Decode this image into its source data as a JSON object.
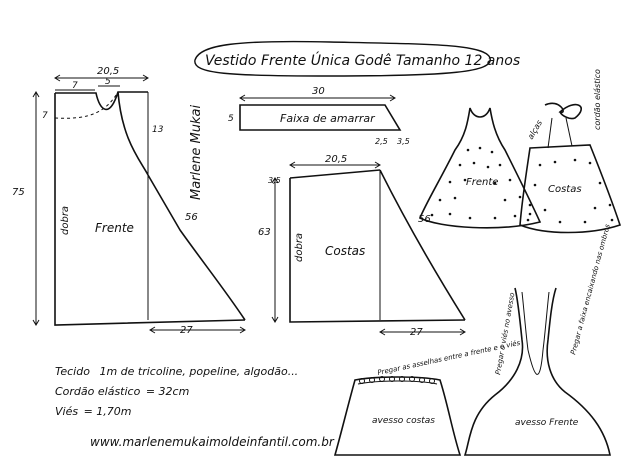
{
  "title": "Vestido Frente Única Godê Tamanho 12 anos",
  "signature_text": "Marlene Mukai",
  "frente": {
    "label": "Frente",
    "fold": "dobra",
    "width_top": "20,5",
    "neck_left": "7",
    "neck_right": "5",
    "neck_drop": "7",
    "armhole_drop": "13",
    "length": "75",
    "side": "56",
    "hem": "27"
  },
  "faixa": {
    "label": "Faixa de amarrar",
    "length": "30",
    "height": "5",
    "tip_a": "2,5",
    "tip_b": "3,5"
  },
  "costas": {
    "label": "Costas",
    "fold": "dobra",
    "width_top": "20,5",
    "top_drop": "3,5",
    "length": "63",
    "side": "56",
    "hem": "27"
  },
  "illustration": {
    "front_label": "Frente",
    "back_label": "Costas",
    "alcas": "alças",
    "elastic": "cordão elástico"
  },
  "materials": {
    "fabric_label": "Tecido",
    "fabric_value": "1m de tricoline, popeline, algodão...",
    "elastic_label": "Cordão elástico",
    "elastic_value": "= 32cm",
    "vies_label": "Viés",
    "vies_value": "= 1,70m"
  },
  "website": "www.marlenemukaimoldeinfantil.com.br",
  "assembly": {
    "back_inside": "avesso costas",
    "front_inside": "avesso Frente",
    "note_back": "Pregar as asselhas entre a frente e o viés",
    "note_mid": "Pregar o viés no avesso",
    "note_front": "Pregar a faixa encaixando nas ombros"
  }
}
